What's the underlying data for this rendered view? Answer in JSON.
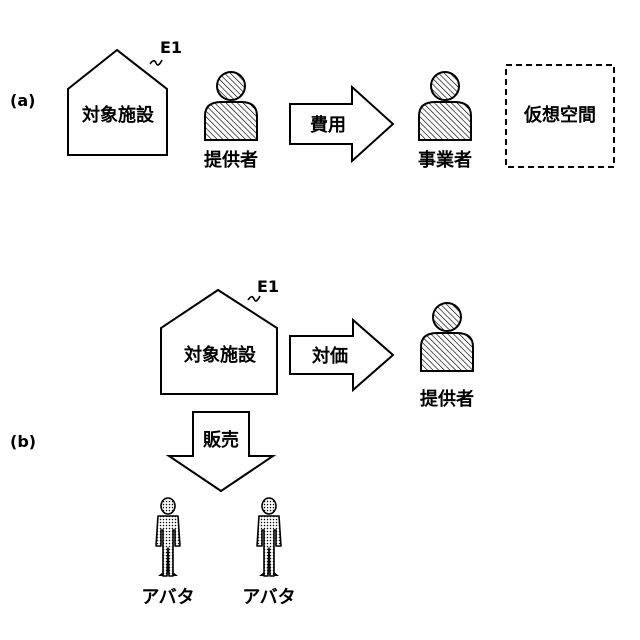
{
  "panel_a": {
    "panel_label": "(a)",
    "facility": {
      "label": "対象施設",
      "ref": "E1"
    },
    "provider": {
      "label": "提供者"
    },
    "arrow": {
      "label": "費用"
    },
    "operator": {
      "label": "事業者"
    },
    "virtual_space": {
      "label": "仮想空間"
    }
  },
  "panel_b": {
    "panel_label": "(b)",
    "facility": {
      "label": "対象施設",
      "ref": "E1"
    },
    "arrow_right": {
      "label": "対価"
    },
    "provider": {
      "label": "提供者"
    },
    "arrow_down": {
      "label": "販売"
    },
    "avatars": [
      {
        "label": "アバタ"
      },
      {
        "label": "アバタ"
      }
    ]
  }
}
